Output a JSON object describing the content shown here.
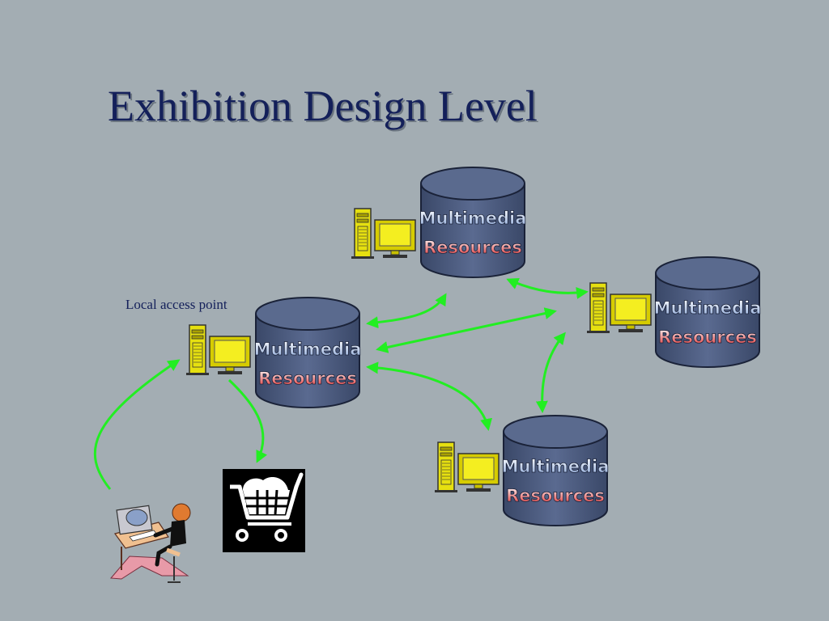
{
  "slide": {
    "title": "Exhibition Design Level",
    "local_access_label": "Local access point"
  },
  "resource_node": {
    "line1": "Multimedia",
    "line2": "Resources"
  },
  "colors": {
    "background": "#a3adb3",
    "title": "#14205a",
    "arrow": "#22ee22",
    "cylinder": "#4a5a7e",
    "computer": "#e6e010",
    "cart_bg": "#000000"
  },
  "icons": [
    "computer-icon",
    "database-cylinder-icon",
    "shopping-cart-icon",
    "user-at-desk-icon"
  ]
}
